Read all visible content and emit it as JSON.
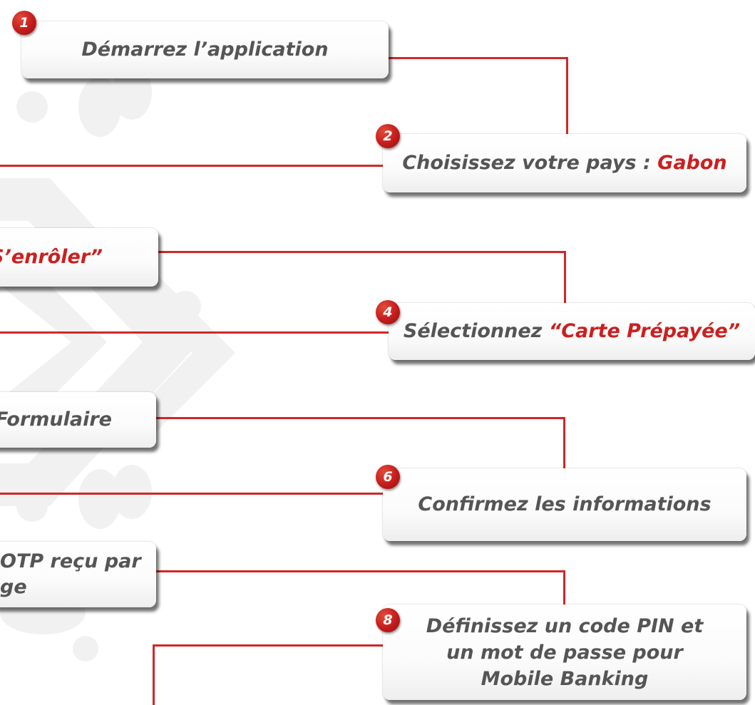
{
  "steps": [
    {
      "number": "1",
      "text": "Démarrez l’application"
    },
    {
      "number": "2",
      "text": "Choisissez votre pays : ",
      "highlight": "Gabon"
    },
    {
      "text_pre": "",
      "highlight": "S’enrôler”"
    },
    {
      "number": "4",
      "text": "Sélectionnez ",
      "highlight": "“Carte Prépayée”"
    },
    {
      "text": "Formulaire"
    },
    {
      "number": "6",
      "text": "Confirmez les informations"
    },
    {
      "line1": "OTP reçu par",
      "line2": "ge"
    },
    {
      "number": "8",
      "line1": "Définissez un code PIN et",
      "line2": "un mot de passe pour",
      "line3": "Mobile Banking"
    }
  ],
  "colors": {
    "accent": "#cc1f1f",
    "text": "#555555",
    "connector": "#d12727"
  }
}
